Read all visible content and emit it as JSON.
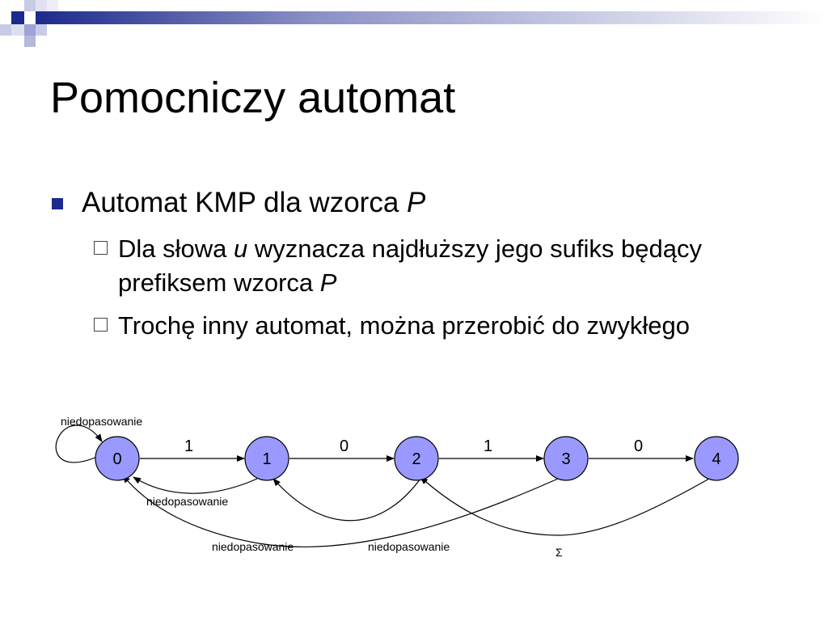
{
  "slide": {
    "title": "Pomocniczy automat",
    "bullet": {
      "text": "Automat KMP dla wzorca ",
      "var": "P"
    },
    "subbullets": [
      {
        "before": "Dla słowa ",
        "var1": "u",
        "middle": " wyznacza najdłuższy jego sufiks będący prefiksem wzorca ",
        "var2": "P"
      },
      {
        "text": "Trochę inny automat, można przerobić do zwykłego"
      }
    ]
  },
  "automaton": {
    "states": [
      "0",
      "1",
      "2",
      "3",
      "4"
    ],
    "forward_labels": [
      "1",
      "0",
      "1",
      "0"
    ],
    "self_loop_label": "niedopasowanie",
    "back_labels": [
      "niedopasowanie",
      "niedopasowanie",
      "niedopasowanie",
      "Σ"
    ]
  },
  "colors": {
    "state_fill": "#9999ff",
    "bullet": "#1c2a8c",
    "banner": "#1c2a8c"
  }
}
